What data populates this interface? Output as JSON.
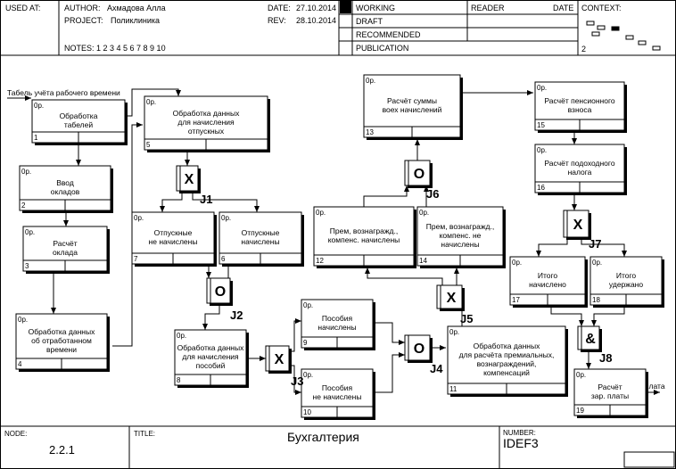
{
  "header": {
    "used_at_label": "USED AT:",
    "author_label": "AUTHOR:",
    "author": "Ахмадова Алла",
    "project_label": "PROJECT:",
    "project": "Поликлиника",
    "date_label": "DATE:",
    "date": "27.10.2014",
    "rev_label": "REV:",
    "rev": "28.10.2014",
    "notes": "NOTES:  1  2  3  4  5  6  7  8  9  10",
    "status": [
      "WORKING",
      "DRAFT",
      "RECOMMENDED",
      "PUBLICATION"
    ],
    "reader_label": "READER",
    "reader_date_label": "DATE",
    "context_label": "CONTEXT:",
    "context_page": "2"
  },
  "footer": {
    "node_label": "NODE:",
    "node": "2.2.1",
    "title_label": "TITLE:",
    "title": "Бухгалтерия",
    "number_label": "NUMBER:",
    "number": "IDEF3"
  },
  "diagram": {
    "input_label": "Табель учёта рабочего времени",
    "output_label": "Зар.плата",
    "units": [
      {
        "id": "1",
        "cost": "0р.",
        "lines": [
          "Обработка",
          "табелей"
        ]
      },
      {
        "id": "2",
        "cost": "0р.",
        "lines": [
          "Ввод",
          "окладов"
        ]
      },
      {
        "id": "3",
        "cost": "0р.",
        "lines": [
          "Расчёт",
          "оклада"
        ]
      },
      {
        "id": "4",
        "cost": "0р.",
        "lines": [
          "Обработка данных",
          "об отработанном",
          "времени"
        ]
      },
      {
        "id": "5",
        "cost": "0р.",
        "lines": [
          "Обработка данных",
          "для начисления",
          "отпускных"
        ]
      },
      {
        "id": "6",
        "cost": "0р.",
        "lines": [
          "Отпускные",
          "начислены"
        ]
      },
      {
        "id": "7",
        "cost": "0р.",
        "lines": [
          "Отпускные",
          "не начислены"
        ]
      },
      {
        "id": "8",
        "cost": "0р.",
        "lines": [
          "Обработка данных",
          "для начисления",
          "пособий"
        ]
      },
      {
        "id": "9",
        "cost": "0р.",
        "lines": [
          "Пособия",
          "начислены"
        ]
      },
      {
        "id": "10",
        "cost": "0р.",
        "lines": [
          "Пособия",
          "не начислены"
        ]
      },
      {
        "id": "11",
        "cost": "0р.",
        "lines": [
          "Обработка данных",
          "для расчёта премиальных,",
          "вознаграждений,",
          "компенсаций"
        ]
      },
      {
        "id": "12",
        "cost": "0р.",
        "lines": [
          "Прем, вознагражд.,",
          "компенс. начислены"
        ]
      },
      {
        "id": "13",
        "cost": "0р.",
        "lines": [
          "Расчёт суммы",
          "воех начислений"
        ]
      },
      {
        "id": "14",
        "cost": "0р.",
        "lines": [
          "Прем, вознагражд.,",
          "компенс. не",
          "начислены"
        ]
      },
      {
        "id": "15",
        "cost": "0р.",
        "lines": [
          "Расчёт пенсионного",
          "взноса"
        ]
      },
      {
        "id": "16",
        "cost": "0р.",
        "lines": [
          "Расчёт подоходного",
          "налога"
        ]
      },
      {
        "id": "17",
        "cost": "0р.",
        "lines": [
          "Итого",
          "начислено"
        ]
      },
      {
        "id": "18",
        "cost": "0р.",
        "lines": [
          "Итого",
          "удержано"
        ]
      },
      {
        "id": "19",
        "cost": "0р.",
        "lines": [
          "Расчёт",
          "зар. платы"
        ]
      }
    ],
    "junctions": [
      {
        "symbol": "X",
        "label": "J1"
      },
      {
        "symbol": "O",
        "label": "J2"
      },
      {
        "symbol": "X",
        "label": "J3"
      },
      {
        "symbol": "O",
        "label": "J4"
      },
      {
        "symbol": "X",
        "label": "J5"
      },
      {
        "symbol": "O",
        "label": "J6"
      },
      {
        "symbol": "X",
        "label": "J7"
      },
      {
        "symbol": "&",
        "label": "J8"
      }
    ]
  }
}
